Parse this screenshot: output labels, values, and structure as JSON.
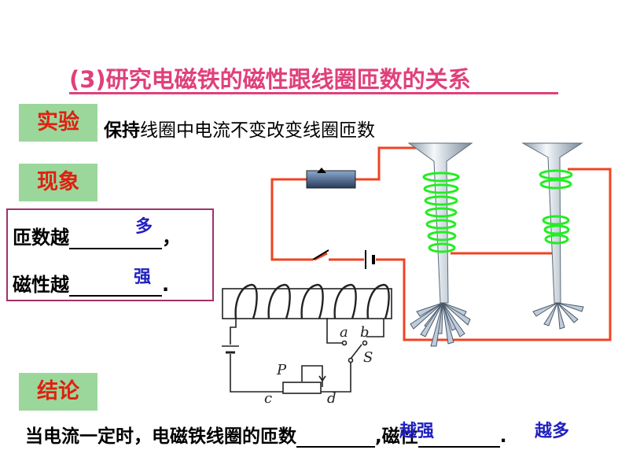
{
  "title": "(3)研究电磁铁的磁性跟线圈匝数的关系",
  "experiment": {
    "tag": "实验",
    "text_bold": "保持",
    "text_rest": "线圈中电流不变改变线圈匝数"
  },
  "phenomenon": {
    "tag": "现象",
    "line1_prefix": "匝数越",
    "line1_suffix": "，",
    "line1_answer": "多",
    "line2_prefix": "磁性越",
    "line2_suffix": ".",
    "line2_answer": "强"
  },
  "conclusion": {
    "tag": "结论",
    "prefix": "当电流一定时，电磁铁线圈的匝数",
    "answer1": "越强",
    "middle": ",磁性",
    "answer2": "越多",
    "suffix": "."
  },
  "circuit_labels": {
    "a": "a",
    "b": "b",
    "s": "S",
    "p": "P",
    "c": "c",
    "d": "d"
  },
  "colors": {
    "title": "#e0407a",
    "tag_bg": "#9bd79b",
    "tag_text": "#e02010",
    "answer": "#2020c0",
    "wire": "#ee4422",
    "coil": "#22ee22"
  }
}
